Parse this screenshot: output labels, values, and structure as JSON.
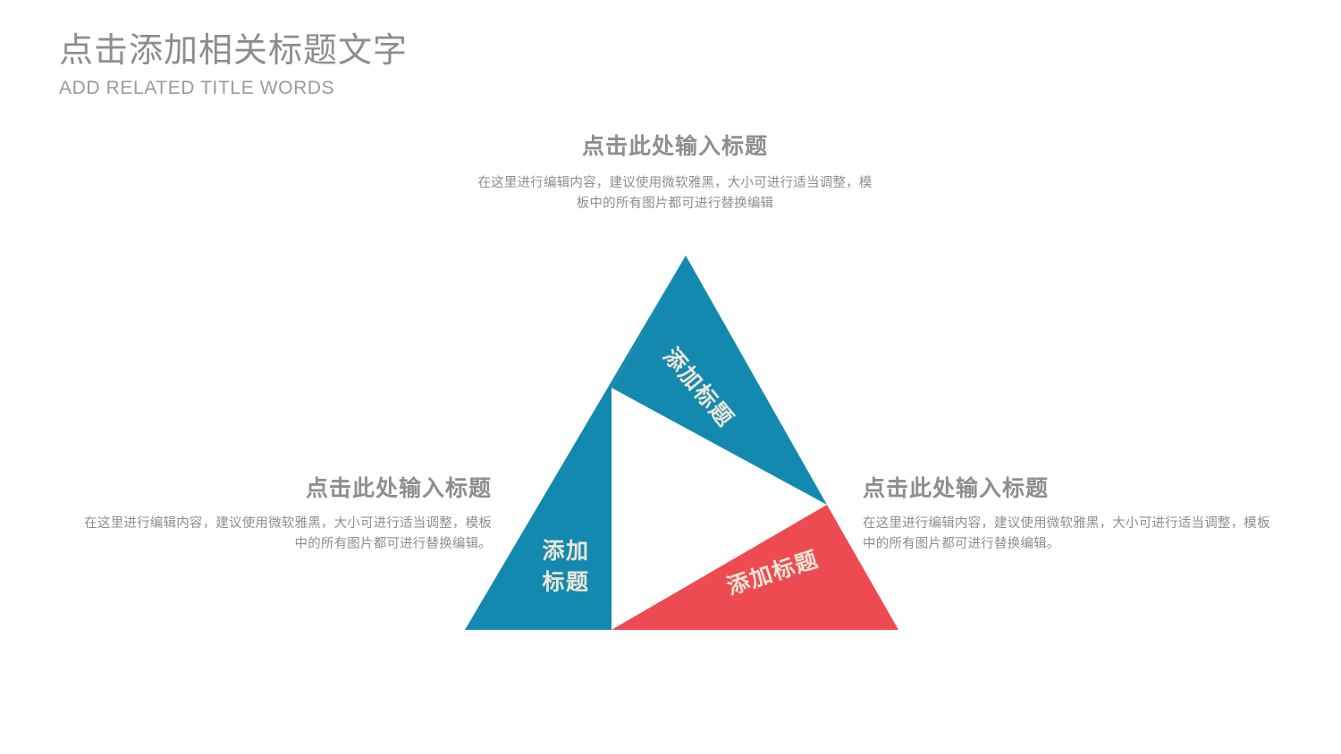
{
  "header": {
    "title": "点击添加相关标题文字",
    "subtitle": "ADD RELATED TITLE WORDS"
  },
  "colors": {
    "blue": "#1489b0",
    "red": "#ee4a51",
    "label_cream": "#ece6d8",
    "text_gray": "#8e8e8e",
    "title_gray": "#8d8d8d",
    "background": "#ffffff"
  },
  "blocks": {
    "top": {
      "title": "点击此处输入标题",
      "body": "在这里进行编辑内容，建议使用微软雅黑，大小可进行适当调整，模板中的所有图片都可进行替换编辑"
    },
    "left": {
      "title": "点击此处输入标题",
      "body": "在这里进行编辑内容，建议使用微软雅黑，大小可进行适当调整，模板中的所有图片都可进行替换编辑。"
    },
    "right": {
      "title": "点击此处输入标题",
      "body": "在这里进行编辑内容，建议使用微软雅黑，大小可进行适当调整，模板中的所有图片都可进行替换编辑。"
    }
  },
  "diagram": {
    "type": "triangle-3-segment",
    "segments": [
      {
        "id": "top-right",
        "label": "添加标题",
        "color": "#1489b0",
        "rotation_deg": 50,
        "lines": [
          "添加标题"
        ]
      },
      {
        "id": "left",
        "label": "添加标题",
        "color": "#1489b0",
        "rotation_deg": 0,
        "lines": [
          "添加",
          "标题"
        ]
      },
      {
        "id": "bottom-right",
        "label": "添加标题",
        "color": "#ee4a51",
        "rotation_deg": -18,
        "lines": [
          "添加标题"
        ]
      }
    ]
  }
}
